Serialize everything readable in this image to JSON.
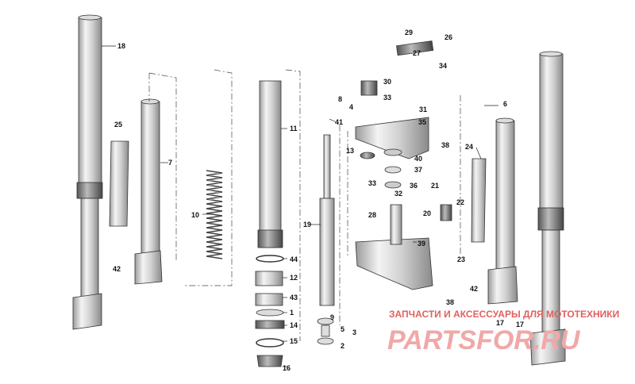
{
  "diagram": {
    "callouts": [
      "18",
      "7",
      "25",
      "42",
      "10",
      "11",
      "44",
      "12",
      "43",
      "1",
      "14",
      "15",
      "16",
      "19",
      "9",
      "5",
      "2",
      "3",
      "17",
      "29",
      "26",
      "27",
      "34",
      "30",
      "33",
      "31",
      "8",
      "4",
      "41",
      "35",
      "13",
      "40",
      "37",
      "38",
      "33",
      "32",
      "36",
      "28",
      "39",
      "38",
      "21",
      "22",
      "20",
      "24",
      "6",
      "23",
      "42",
      "17"
    ]
  },
  "watermark": {
    "tagline": "ЗАПЧАСТИ И АКСЕССУАРЫ ДЛЯ МОТОТЕХНИКИ",
    "logo": "PARTSFOR.RU"
  }
}
